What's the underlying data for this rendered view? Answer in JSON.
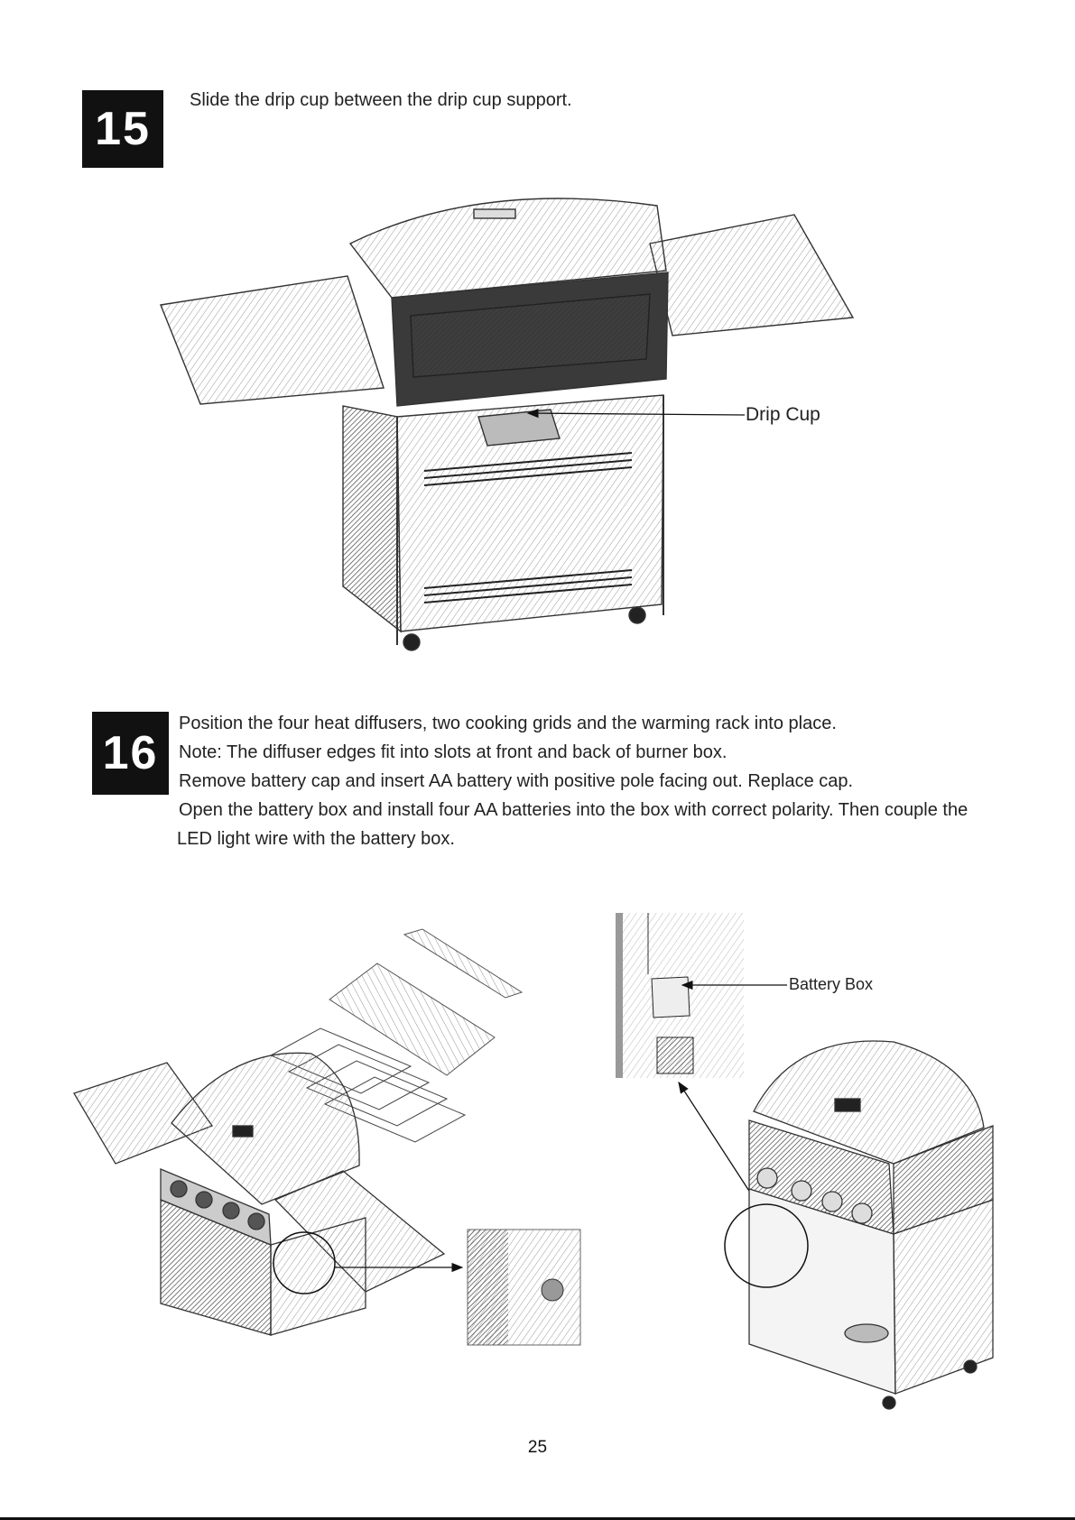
{
  "step15": {
    "number": "15",
    "text": "Slide the drip cup between the drip cup support.",
    "callout": "Drip Cup"
  },
  "step16": {
    "number": "16",
    "lines": [
      "Position the four heat diffusers, two cooking grids and the warming rack into place.",
      "Note: The diffuser edges fit into slots at front and back of burner box.",
      "Remove battery cap and insert AA battery with positive pole facing out. Replace cap.",
      "Open the battery box and install four AA batteries into the box with correct polarity. Then couple the",
      "LED light wire with the battery box."
    ],
    "callout": "Battery Box"
  },
  "page_number": "25"
}
